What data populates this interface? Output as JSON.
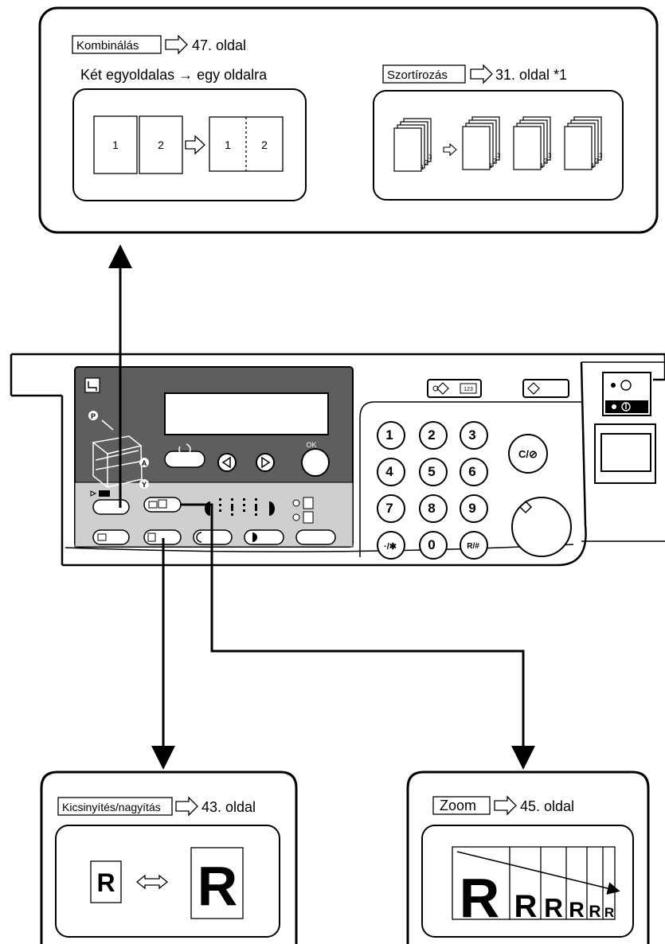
{
  "combine": {
    "tag": "Kombinálás",
    "page_ref": "47. oldal",
    "caption": "Két egyoldalas → egy oldalra",
    "pages": [
      "1",
      "2"
    ],
    "result_pages": [
      "1",
      "2"
    ]
  },
  "sort": {
    "tag": "Szortírozás",
    "page_ref": "31. oldal *1",
    "stack_labels": [
      "1",
      "2",
      "3"
    ]
  },
  "reduce_enlarge": {
    "tag": "Kicsinyítés/nagyítás",
    "page_ref": "43. oldal",
    "letter": "R"
  },
  "zoom": {
    "tag": "Zoom",
    "page_ref": "45. oldal",
    "letter": "R"
  },
  "panel": {
    "ok_label": "OK",
    "keypad": [
      "1",
      "2",
      "3",
      "4",
      "5",
      "6",
      "7",
      "8",
      "9",
      "·/✱",
      "0",
      "R/#"
    ],
    "clear_stop_label": "C/⊘",
    "side_markers": [
      "P",
      "A",
      "Y"
    ],
    "counter_label": "123"
  }
}
